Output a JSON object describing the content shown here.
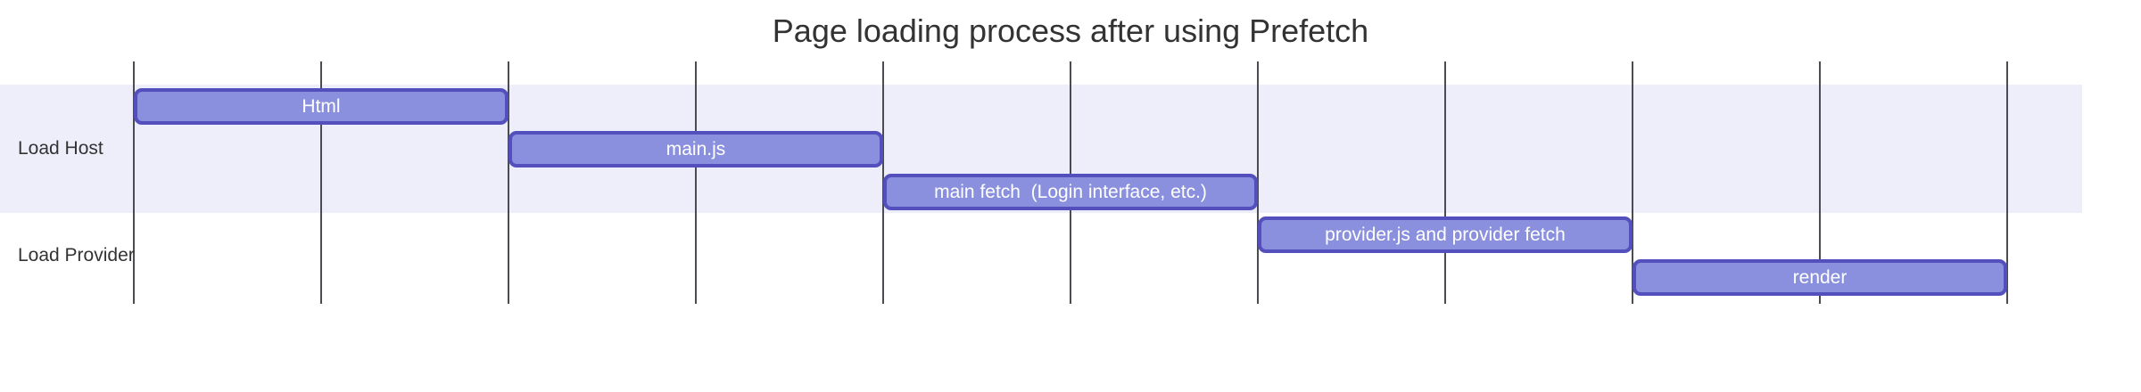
{
  "chart_data": {
    "type": "gantt",
    "title": "Page loading process after using Prefetch",
    "sections": [
      {
        "name": "Load Host",
        "tasks": [
          {
            "label": "Html",
            "start": 0,
            "end": 2
          },
          {
            "label": "main.js",
            "start": 2,
            "end": 4
          },
          {
            "label": "main fetch  (Login interface, etc.)",
            "start": 4,
            "end": 6
          }
        ]
      },
      {
        "name": "Load Provider",
        "tasks": [
          {
            "label": "provider.js and provider fetch",
            "start": 6,
            "end": 8
          },
          {
            "label": "render",
            "start": 8,
            "end": 10
          }
        ]
      }
    ],
    "x_axis": {
      "min": 0,
      "max": 10,
      "gridline_count": 11,
      "tick_labels_visible": false,
      "grid": true
    },
    "legend": "none",
    "colors": {
      "task_fill": "#8a90dd",
      "task_border": "#534fbc",
      "task_text": "#ffffff",
      "section_band_odd": "#eeeefb",
      "section_band_even": "#ffffff",
      "gridline": "#4b4b52",
      "title_text": "#333333",
      "section_label_text": "#333333",
      "background": "#ffffff"
    }
  }
}
